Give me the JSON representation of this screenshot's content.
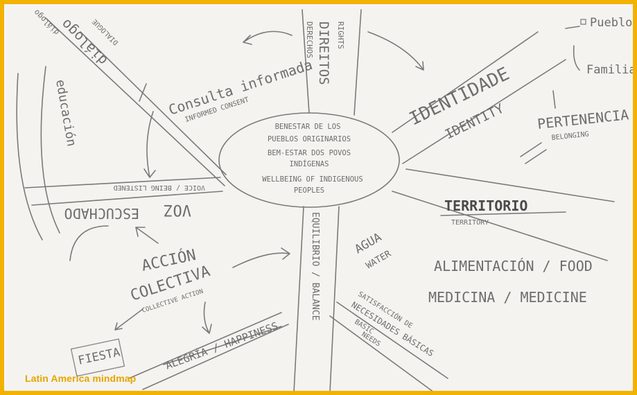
{
  "caption": "Latin America mindmap",
  "centre": {
    "line1": "BENESTAR DE LOS",
    "line2": "PUEBLOS ORIGINARIOS",
    "line3": "BEM-ESTAR DOS POVOS",
    "line4": "INDÍGENAS",
    "line5": "WELLBEING OF INDIGENOUS",
    "line6": "PEOPLES"
  },
  "branches": {
    "derechos": {
      "es": "DERECHOS",
      "pt": "DIREITOS",
      "en": "RIGHTS"
    },
    "consulta": {
      "es": "Consulta informada",
      "en": "INFORMED CONSENT"
    },
    "dialogo": {
      "es": "diálogo",
      "pt": "diálogo",
      "en": "DIALOGUE"
    },
    "educacion": {
      "es": "educación"
    },
    "voz": {
      "es": "VOZ",
      "pt": "ESCUCHADO",
      "en": "VOICE / BEING LISTENED"
    },
    "accion": {
      "es1": "ACCIÓN",
      "es2": "COLECTIVA",
      "en": "COLLECTIVE ACTION"
    },
    "fiesta": {
      "es": "FIESTA"
    },
    "alegria": {
      "es": "ALEGRÍA / HAPPINESS"
    },
    "equilibrio": {
      "es": "EQUILIBRIO / BALANCE"
    },
    "satisfaccion": {
      "es1": "SATISFACCIÓN DE",
      "es2": "NECESIDADES BÁSICAS",
      "en1": "BASIC",
      "en2": "NEEDS"
    },
    "agua": {
      "es": "AGUA",
      "en": "WATER"
    },
    "territorio": {
      "es": "TERRITORIO",
      "en": "TERRITORY"
    },
    "alimentacion": {
      "es": "ALIMENTACIÓN / FOOD",
      "es2": "MEDICINA / MEDICINE"
    },
    "identidad": {
      "es": "IDENTIDADE",
      "en": "IDENTITY"
    },
    "pueblo": {
      "es": "Pueblo"
    },
    "familia": {
      "es": "Familia"
    },
    "pertenencia": {
      "es": "PERTENENCIA",
      "en": "BELONGING"
    }
  }
}
